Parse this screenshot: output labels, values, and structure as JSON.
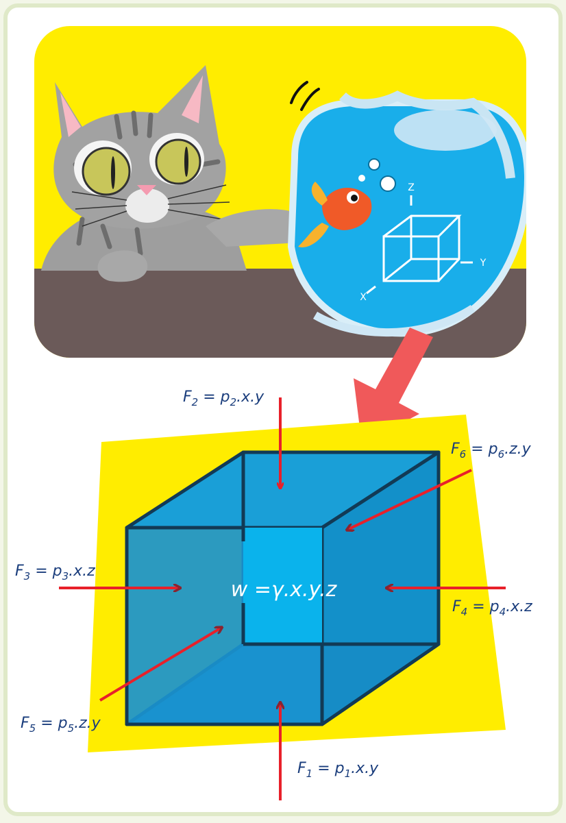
{
  "colors": {
    "background": "#f3f6e8",
    "card_border": "#dfe9c8",
    "scene_yellow": "#ffed00",
    "table_brown": "#6b5a59",
    "water": "#19aeea",
    "cube_face": "#1a93cf",
    "cube_inner": "#0ab3ec",
    "cube_edge": "#123a55",
    "force_arrow": "#e8202a",
    "big_arrow": "#f0595a",
    "label_text": "#1a3d7c"
  },
  "illustration": {
    "characters": [
      "cat",
      "goldfish"
    ],
    "objects": [
      "fishbowl",
      "table",
      "wireframe-cube"
    ],
    "bowl_axes": {
      "z": "Z",
      "y": "Y",
      "x": "X"
    }
  },
  "weight_label": "w =γ.x.y.z",
  "forces": {
    "f1": {
      "main": "F",
      "sub": "1",
      "eq": " = p",
      "psub": "1",
      "tail": ".x.y"
    },
    "f2": {
      "main": "F",
      "sub": "2",
      "eq": " = p",
      "psub": "2",
      "tail": ".x.y"
    },
    "f3": {
      "main": "F",
      "sub": "3",
      "eq": " = p",
      "psub": "3",
      "tail": ".x.z"
    },
    "f4": {
      "main": "F",
      "sub": "4",
      "eq": " = p",
      "psub": "4",
      "tail": ".x.z"
    },
    "f5": {
      "main": "F",
      "sub": "5",
      "eq": " = p",
      "psub": "5",
      "tail": ".z.y"
    },
    "f6": {
      "main": "F",
      "sub": "6",
      "eq": " = p",
      "psub": "6",
      "tail": ".z.y"
    }
  }
}
